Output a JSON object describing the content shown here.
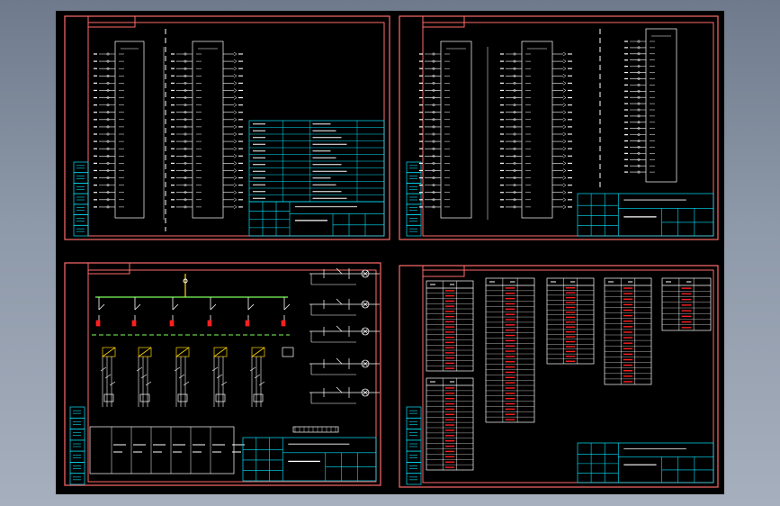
{
  "sheets": [
    {
      "id": "sheet-1",
      "title_code": "",
      "title_block": {
        "caption": "",
        "drawing_title": ""
      },
      "plc_modules": [
        {
          "label": "",
          "rows": 22
        },
        {
          "label": "",
          "rows": 22
        }
      ]
    },
    {
      "id": "sheet-2",
      "title_code": "",
      "title_block": {
        "caption": "",
        "drawing_title": ""
      },
      "plc_modules": [
        {
          "label": "",
          "rows": 22
        },
        {
          "label": "",
          "rows": 22
        },
        {
          "label": "",
          "rows": 22
        }
      ]
    },
    {
      "id": "sheet-3",
      "title_code": "",
      "power_label": "",
      "bus_note": "",
      "title_block": {
        "caption": "",
        "drawing_title": ""
      },
      "branches": 6,
      "motors": 5
    },
    {
      "id": "sheet-4",
      "title_code": "",
      "title_block": {
        "caption": "",
        "drawing_title": ""
      },
      "terminal_tables": [
        {
          "label": "",
          "rows": 16
        },
        {
          "label": "",
          "rows": 26
        },
        {
          "label": "",
          "rows": 16
        },
        {
          "label": "",
          "rows": 18
        },
        {
          "label": "",
          "rows": 8
        },
        {
          "label": "",
          "rows": 16
        }
      ]
    }
  ],
  "colors": {
    "background": "#000000",
    "frame": "#ff6a6a",
    "line": "#ffffff",
    "table": "#00e5ff",
    "bus": "#7cff5a",
    "accent": "#ff2020",
    "highlight": "#ffd400"
  }
}
